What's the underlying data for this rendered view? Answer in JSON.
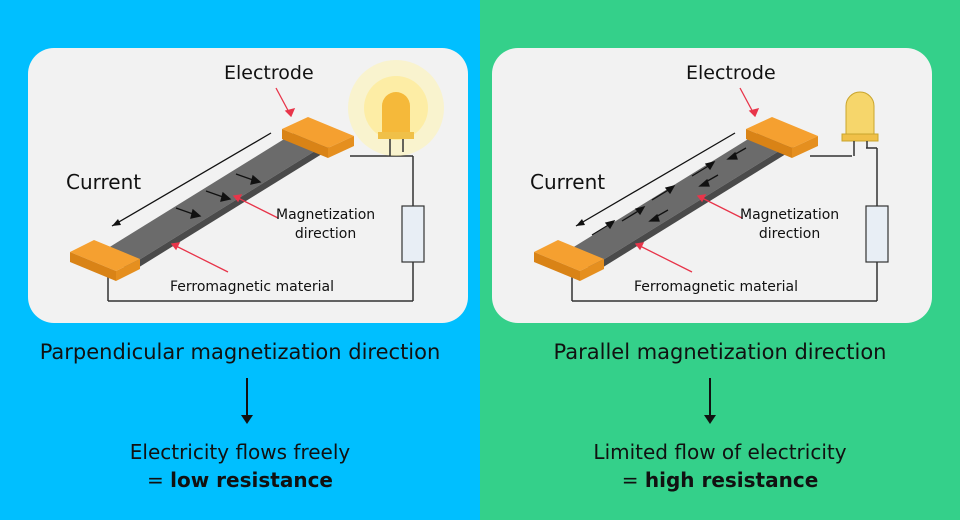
{
  "left": {
    "electrode_label": "Electrode",
    "current_label": "Current",
    "magnetization_label_line1": "Magnetization",
    "magnetization_label_line2": "direction",
    "material_label": "Ferromagnetic material",
    "caption": "Parpendicular magnetization direction",
    "result_line1": "Electricity flows freely",
    "result_prefix": "= ",
    "result_bold": "low resistance",
    "led_state": "lit"
  },
  "right": {
    "electrode_label": "Electrode",
    "current_label": "Current",
    "magnetization_label_line1": "Magnetization",
    "magnetization_label_line2": "direction",
    "material_label": "Ferromagnetic material",
    "caption": "Parallel magnetization direction",
    "result_line1": "Limited flow of electricity",
    "result_prefix": "= ",
    "result_bold": "high resistance",
    "led_state": "dim"
  },
  "colors": {
    "left_background": "#00bfff",
    "right_background": "#34d08a",
    "card": "#f2f2f2",
    "electrode": "#f59a23",
    "strip": "#6b6b6b",
    "pointer": "#e8354a",
    "led_lit": "#f7c93a",
    "led_dim": "#f6d66b"
  }
}
